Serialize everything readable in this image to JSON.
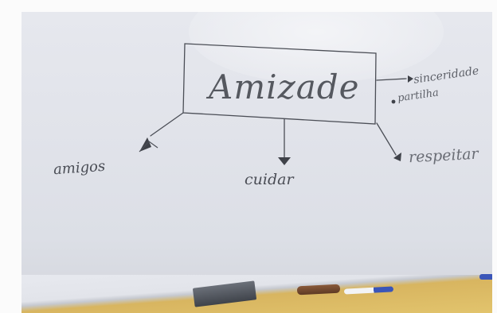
{
  "board": {
    "center_word": "Amizade",
    "branches": {
      "left": "amigos",
      "bottom": "cuidar",
      "right_top": "sinceridade",
      "right_mid": "partilha",
      "right_bottom": "respeitar"
    }
  }
}
